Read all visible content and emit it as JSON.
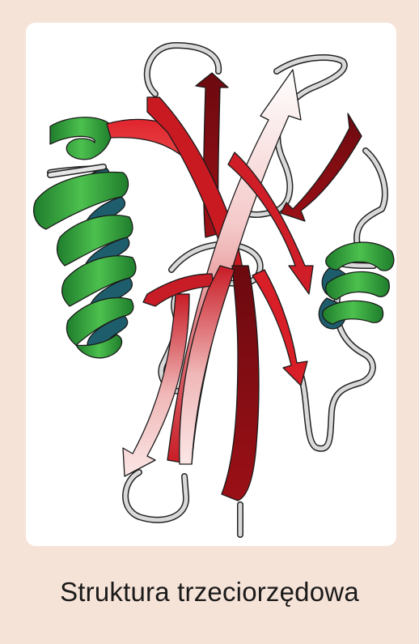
{
  "caption": "Struktura trzeciorzędowa",
  "colors": {
    "background": "#f6e3d8",
    "panel": "#ffffff",
    "helix_front": "#2f9a3c",
    "helix_back": "#1d5a66",
    "strand_dark": "#8a0d12",
    "strand_mid": "#d8202a",
    "strand_light": "#f7d5d5",
    "coil": "#d9d9d9"
  },
  "structure": {
    "alpha_helices": 2,
    "beta_strands": 8,
    "icons": [
      "alpha-helix-ribbon",
      "beta-strand-arrow",
      "random-coil-loop"
    ]
  }
}
